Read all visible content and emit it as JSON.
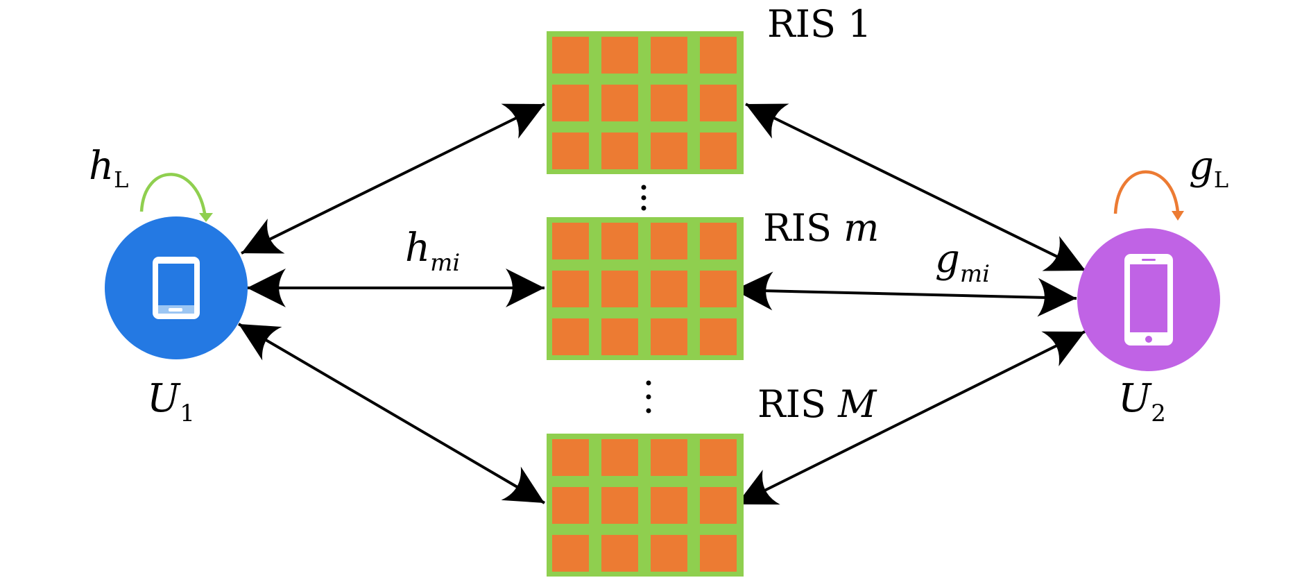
{
  "colors": {
    "background": "#ffffff",
    "ris_frame": "#8fcf4f",
    "ris_element": "#ec7b33",
    "user1_circle": "#2479e3",
    "user2_circle": "#c063e5",
    "loop_u1": "#8fcf4f",
    "loop_u2": "#ec7b33",
    "arrow": "#000000"
  },
  "icons": {
    "user1": "tablet-icon",
    "user2": "smartphone-icon"
  },
  "ris_panels": [
    {
      "name": "RIS",
      "index": "1",
      "index_italic": false
    },
    {
      "name": "RIS",
      "index": "m",
      "index_italic": true
    },
    {
      "name": "RIS",
      "index": "M",
      "index_italic": true
    }
  ],
  "ris_grid": {
    "rows": 3,
    "cols": 4
  },
  "users": [
    {
      "symbol": "U",
      "subscript": "1"
    },
    {
      "symbol": "U",
      "subscript": "2"
    }
  ],
  "channels": {
    "h_loop": {
      "symbol": "h",
      "subscript": "L"
    },
    "g_loop": {
      "symbol": "g",
      "subscript": "L"
    },
    "h_mi": {
      "symbol": "h",
      "subscript": "mi"
    },
    "g_mi": {
      "symbol": "g",
      "subscript": "mi"
    }
  }
}
